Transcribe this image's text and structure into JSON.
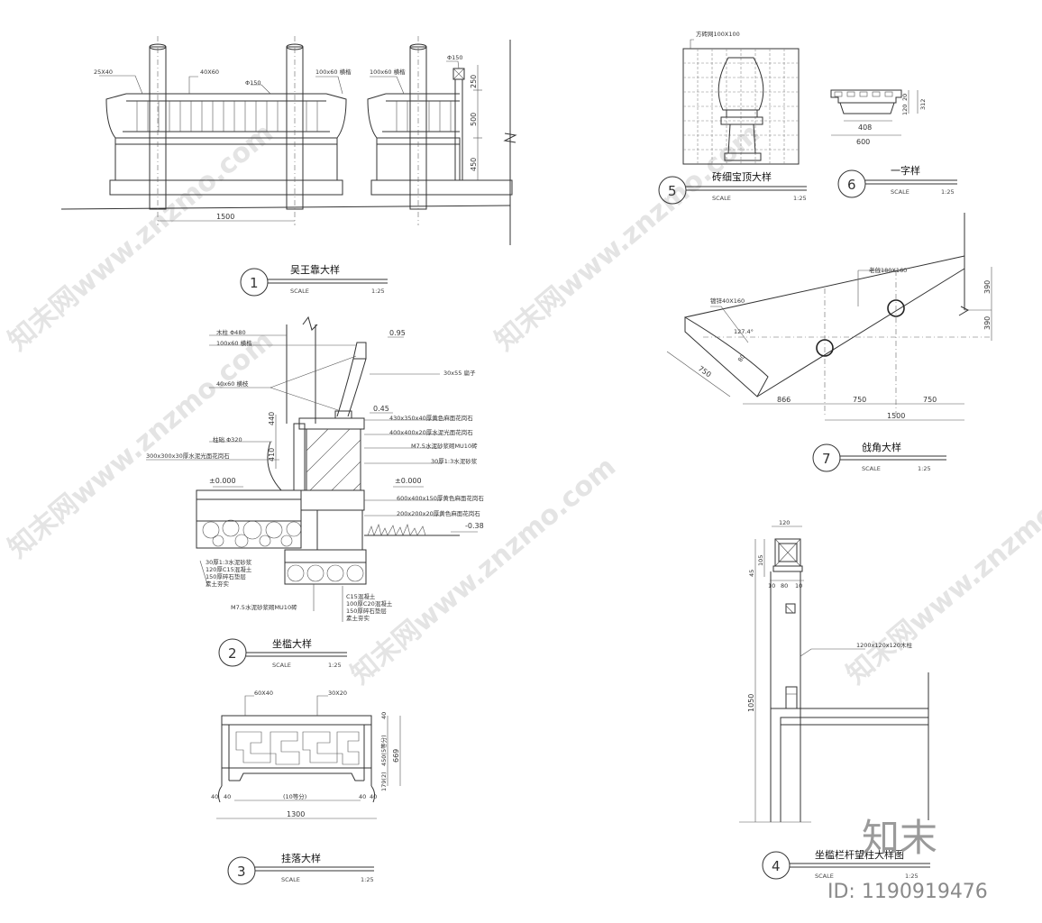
{
  "details": [
    {
      "number": "1",
      "title": "吴王靠大样",
      "scale_label": "SCALE",
      "scale": "1:25"
    },
    {
      "number": "2",
      "title": "坐槛大样",
      "scale_label": "SCALE",
      "scale": "1:25"
    },
    {
      "number": "3",
      "title": "挂落大样",
      "scale_label": "SCALE",
      "scale": "1:25"
    },
    {
      "number": "4",
      "title": "坐槛栏杆望柱大样图",
      "scale_label": "SCALE",
      "scale": "1:25"
    },
    {
      "number": "5",
      "title": "砖细宝顶大样",
      "scale_label": "SCALE",
      "scale": "1:25"
    },
    {
      "number": "6",
      "title": "一字样",
      "scale_label": "SCALE",
      "scale": "1:25"
    },
    {
      "number": "7",
      "title": "戗角大样",
      "scale_label": "SCALE",
      "scale": "1:25"
    }
  ],
  "d1": {
    "l_25x40": "25X40",
    "l_40x60": "40X60",
    "l_phi150": "Φ150",
    "l_100x60": "100x60 横楷",
    "l_100x60b": "100x60 横楷",
    "l_phi150b": "Φ150",
    "dim_1500": "1500",
    "dim_250": "250",
    "dim_500": "500",
    "dim_450": "450"
  },
  "d2": {
    "top": [
      "木柱 Φ480",
      "100x60 横楷",
      "40x60 横枝"
    ],
    "lvl_095": "0.95",
    "lvl_045": "0.45",
    "lvl_000a": "±0.000",
    "lvl_000b": "±0.000",
    "lvl_038": "-0.38",
    "right": [
      "30x55 扁子",
      "430x350x40厚黄色麻面花岗石",
      "400x400x20厚水泥光面花岗石",
      "M7.5水泥砂浆砌MU10砖",
      "30厚1:3水泥砂浆",
      "600x400x150厚黄色麻面花岗石",
      "200x200x20厚黄色麻面花岗石"
    ],
    "left": [
      "柱础 Φ320",
      "300x300x30厚水泥光面花岗石"
    ],
    "layers_left": [
      "30厚1:3水泥砂浆",
      "120厚C15混凝土",
      "150厚碎石垫层",
      "素土夯实"
    ],
    "layers_right": [
      "C15混凝土",
      "100厚C20混凝土",
      "150厚碎石垫层",
      "素土夯实"
    ],
    "mortar": "M7.5水泥砂浆砌MU10砖",
    "dim_440": "440",
    "dim_410": "410"
  },
  "d3": {
    "l_60x40": "60X40",
    "l_30x20": "30X20",
    "dim_1300": "1300",
    "dim_10parts": "(10等分)",
    "dim_40a": "40",
    "dim_40b": "40",
    "dim_40c": "40",
    "dim_40d": "40",
    "dim_669": "669",
    "dim_450": "450(5等分)",
    "dim_179": "179(2)",
    "dim_40e": "40"
  },
  "d4": {
    "dim_120": "120",
    "dim_105": "105",
    "dim_45": "45",
    "dim_10a": "10",
    "dim_80": "80",
    "dim_10b": "10",
    "dim_1050": "1050",
    "l_post": "1200x120x120木柱"
  },
  "d5": {
    "label": "方砖网100X100"
  },
  "d6": {
    "dim_408": "408",
    "dim_600": "600",
    "dim_20": "20",
    "dim_120": "120",
    "dim_312": "312"
  },
  "d7": {
    "l_tie": "镀锌40X160",
    "l_beam": "老戗180X160",
    "l_angle": "127.4°",
    "dim_750a": "750",
    "dim_866": "866",
    "dim_750b": "750",
    "dim_750c": "750",
    "dim_1500": "1500",
    "dim_390a": "390",
    "dim_390b": "390",
    "dim_80": "80"
  },
  "watermark": {
    "text": "知末网www.znzmo.com",
    "brand": "知末",
    "id": "ID: 1190919476"
  }
}
